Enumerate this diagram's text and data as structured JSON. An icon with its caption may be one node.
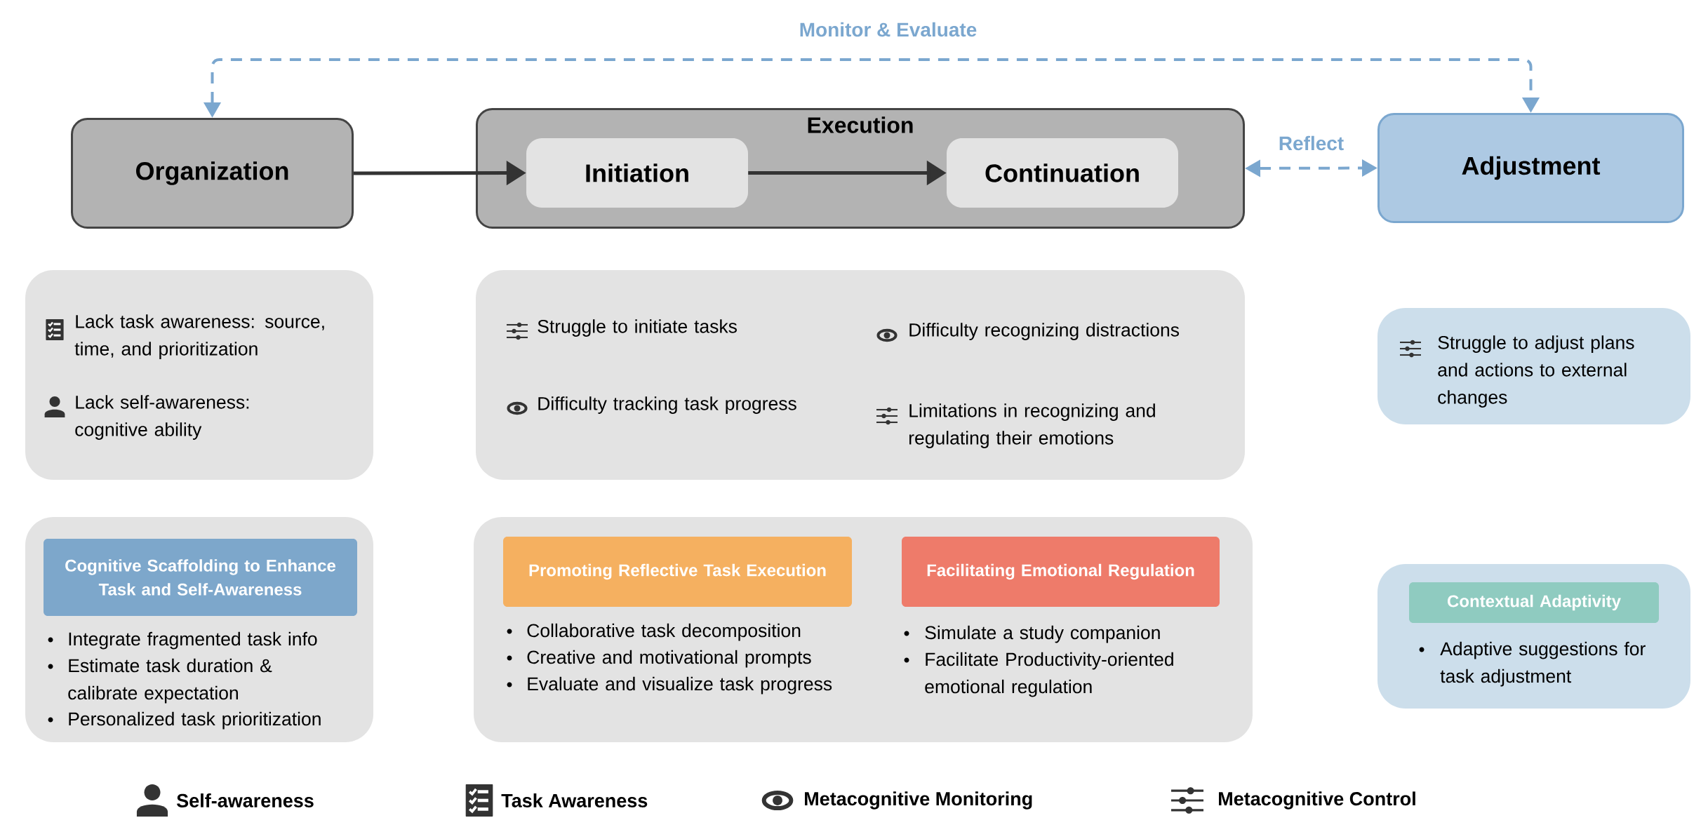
{
  "diagram": {
    "nodes": [
      {
        "text": [
          "Organization"
        ]
      },
      {
        "text": [
          "Execution"
        ]
      },
      {
        "text": [
          "Initiation"
        ],
        "in": 1
      },
      {
        "text": [
          "Continuation"
        ],
        "in": 1
      },
      {
        "text": [
          "Adjustment"
        ]
      },
      {
        "text": [
          "Lack task awareness: source, time, and prioritization",
          "Lack self-awareness: cognitive ability"
        ]
      },
      {
        "text": [
          "Struggle to initiate tasks",
          "Difficulty recognizing distractions",
          "Difficulty tracking task progress",
          "Limitations in recognizing and regulating their emotions"
        ]
      },
      {
        "text": [
          "Struggle to adjust plans and actions to external changes"
        ]
      },
      {
        "text": [
          "Integrate fragmented task info",
          "Estimate task duration & calibrate expectation",
          "Personalized task prioritization"
        ]
      },
      {
        "text": [
          "Cognitive Scaffolding to Enhance Task and Self-Awareness"
        ],
        "in": 8
      },
      {
        "text": [
          "Collaborative task decomposition",
          "Creative and motivational prompts",
          "Evaluate and visualize task progress",
          "Simulate a study companion",
          "Facilitate Productivity-oriented emotional regulation"
        ]
      },
      {
        "text": [
          "Promoting Reflective Task Execution"
        ],
        "in": 10
      },
      {
        "text": [
          "Facilitating Emotional Regulation"
        ],
        "in": 10
      },
      {
        "text": [
          "Adaptive suggestions for task adjustment"
        ]
      },
      {
        "text": [
          "Contextual Adaptivity"
        ],
        "in": 13
      }
    ],
    "edges": [
      {
        "from": 0,
        "to": 2,
        "arrow": "to"
      },
      {
        "from": 2,
        "to": 3,
        "arrow": "to"
      },
      {
        "from": 1,
        "to": 4,
        "arrow": "both",
        "label": "Reflect",
        "style": "dashed",
        "color": "#7ba7cf"
      },
      {
        "from": 0,
        "to": 4,
        "arrow": "both",
        "label": "Monitor & Evaluate",
        "style": "dashed",
        "color": "#7ba7cf"
      }
    ],
    "legend": [
      {
        "text": "Self-awareness"
      },
      {
        "text": "Task Awareness"
      },
      {
        "text": "Metacognitive Monitoring"
      },
      {
        "text": "Metacognitive Control"
      }
    ]
  }
}
